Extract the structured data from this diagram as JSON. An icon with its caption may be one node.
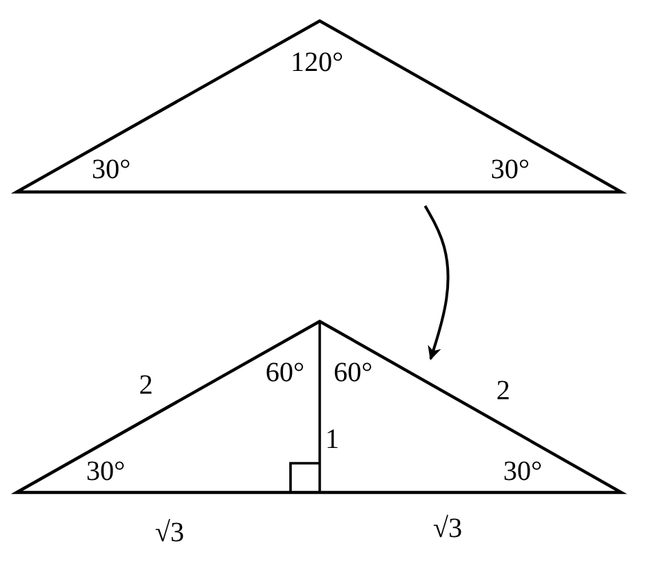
{
  "diagram": {
    "nodes": [
      {
        "text": [
          "120°",
          "30°",
          "30°"
        ]
      },
      {
        "text": [
          "2",
          "60°",
          "60°",
          "2",
          "1",
          "30°",
          "30°",
          "√3",
          "√3"
        ]
      }
    ],
    "edges": [
      {
        "from": 0,
        "to": 1,
        "arrow": "to"
      }
    ]
  }
}
